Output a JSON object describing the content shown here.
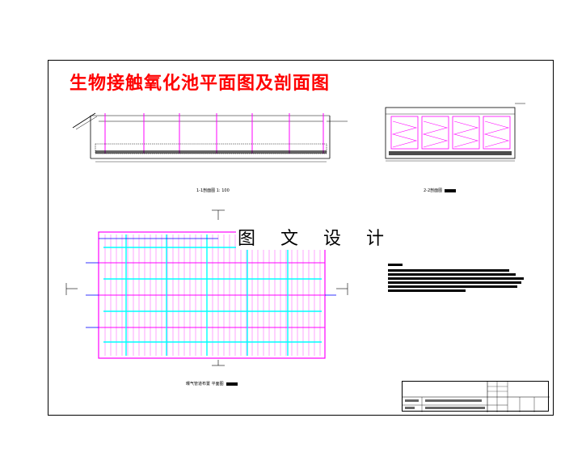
{
  "drawing": {
    "title": "生物接触氧化池平面图及剖面图",
    "watermark": "图 文 设 计",
    "section_1_caption": "1-1剖面图 1: 100",
    "section_2_caption": "2-2剖面图",
    "plan_caption": "曝气管道布置 平面图",
    "colors": {
      "title": "#ff0000",
      "pipe_magenta": "#ff00ff",
      "pipe_cyan": "#00ffff",
      "outline": "#000000",
      "air_pipe_blue": "#0000ff"
    }
  }
}
